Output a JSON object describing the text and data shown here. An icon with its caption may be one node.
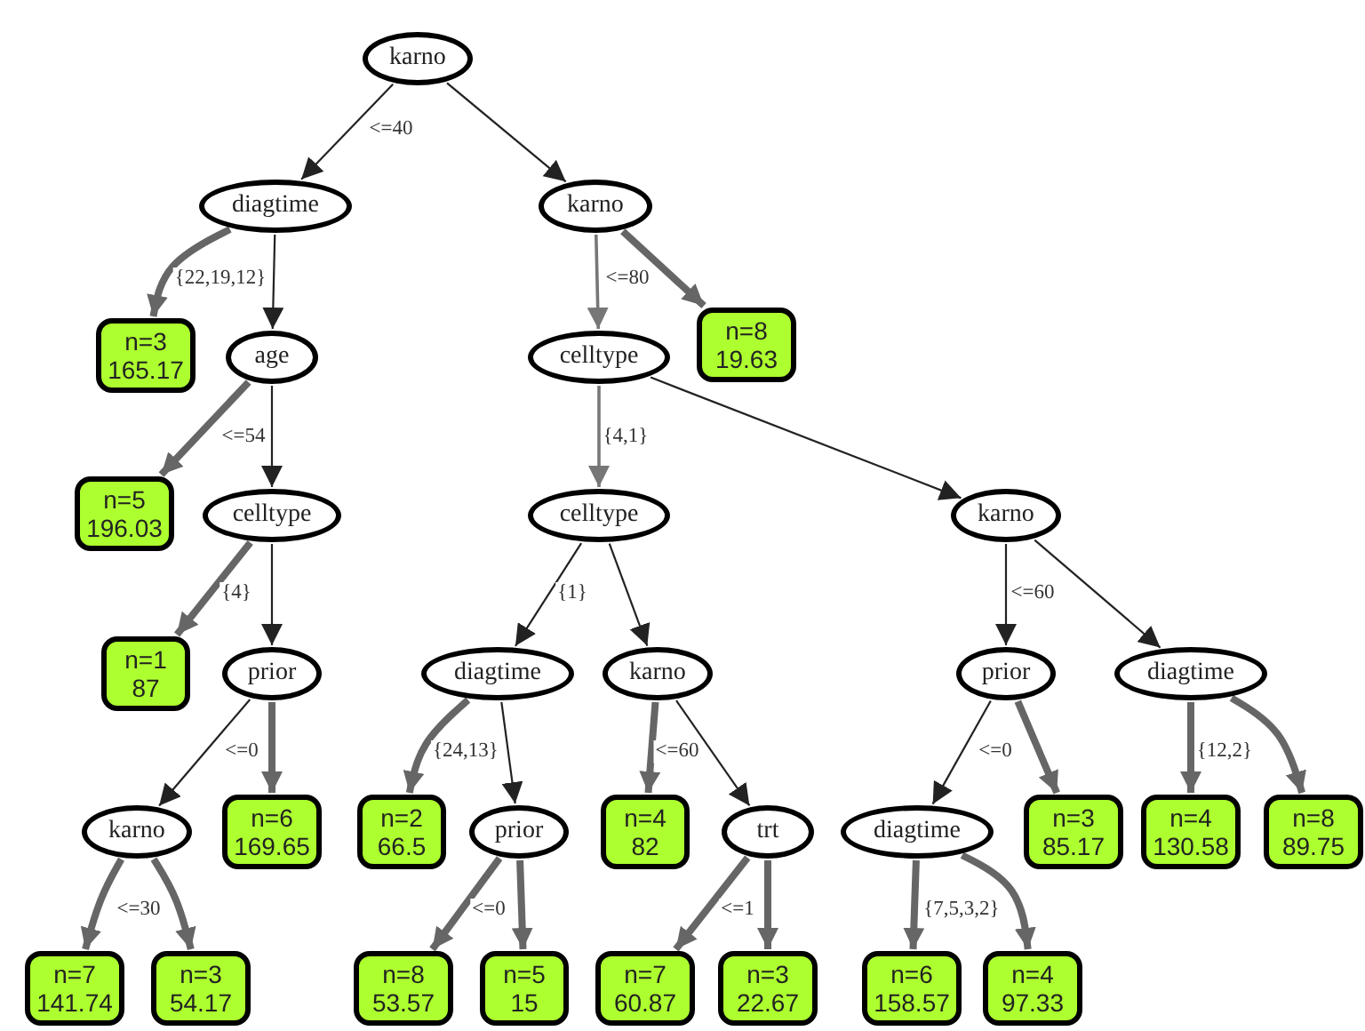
{
  "diagram": {
    "nodes": [
      {
        "text": [
          "karno"
        ]
      },
      {
        "text": [
          "diagtime"
        ]
      },
      {
        "text": [
          "karno"
        ]
      },
      {
        "text": [
          "n=3",
          "165.17"
        ]
      },
      {
        "text": [
          "age"
        ]
      },
      {
        "text": [
          "celltype"
        ]
      },
      {
        "text": [
          "n=8",
          "19.63"
        ]
      },
      {
        "text": [
          "n=5",
          "196.03"
        ]
      },
      {
        "text": [
          "celltype"
        ]
      },
      {
        "text": [
          "celltype"
        ]
      },
      {
        "text": [
          "karno"
        ]
      },
      {
        "text": [
          "n=1",
          "87"
        ]
      },
      {
        "text": [
          "prior"
        ]
      },
      {
        "text": [
          "diagtime"
        ]
      },
      {
        "text": [
          "karno"
        ]
      },
      {
        "text": [
          "prior"
        ]
      },
      {
        "text": [
          "diagtime"
        ]
      },
      {
        "text": [
          "karno"
        ]
      },
      {
        "text": [
          "n=6",
          "169.65"
        ]
      },
      {
        "text": [
          "n=2",
          "66.5"
        ]
      },
      {
        "text": [
          "prior"
        ]
      },
      {
        "text": [
          "n=4",
          "82"
        ]
      },
      {
        "text": [
          "trt"
        ]
      },
      {
        "text": [
          "diagtime"
        ]
      },
      {
        "text": [
          "n=3",
          "85.17"
        ]
      },
      {
        "text": [
          "n=4",
          "130.58"
        ]
      },
      {
        "text": [
          "n=8",
          "89.75"
        ]
      },
      {
        "text": [
          "n=7",
          "141.74"
        ]
      },
      {
        "text": [
          "n=3",
          "54.17"
        ]
      },
      {
        "text": [
          "n=8",
          "53.57"
        ]
      },
      {
        "text": [
          "n=5",
          "15"
        ]
      },
      {
        "text": [
          "n=7",
          "60.87"
        ]
      },
      {
        "text": [
          "n=3",
          "22.67"
        ]
      },
      {
        "text": [
          "n=6",
          "158.57"
        ]
      },
      {
        "text": [
          "n=4",
          "97.33"
        ]
      }
    ],
    "edges": [
      {
        "from": 0,
        "to": 1,
        "arrow": "to",
        "label": "<=40",
        "color": "#222222"
      },
      {
        "from": 0,
        "to": 2,
        "arrow": "to",
        "color": "#222222"
      },
      {
        "from": 1,
        "to": 3,
        "arrow": "to",
        "label": "{22,19,12}"
      },
      {
        "from": 1,
        "to": 4,
        "arrow": "to",
        "color": "#222222"
      },
      {
        "from": 2,
        "to": 5,
        "arrow": "to",
        "label": "<=80",
        "color": "#777777"
      },
      {
        "from": 2,
        "to": 6,
        "arrow": "to"
      },
      {
        "from": 4,
        "to": 7,
        "arrow": "to",
        "label": "<=54"
      },
      {
        "from": 4,
        "to": 8,
        "arrow": "to",
        "color": "#222222"
      },
      {
        "from": 5,
        "to": 9,
        "arrow": "to",
        "label": "{4,1}",
        "color": "#777777"
      },
      {
        "from": 5,
        "to": 10,
        "arrow": "to",
        "color": "#222222"
      },
      {
        "from": 8,
        "to": 11,
        "arrow": "to",
        "label": "{4}"
      },
      {
        "from": 8,
        "to": 12,
        "arrow": "to",
        "color": "#222222"
      },
      {
        "from": 9,
        "to": 13,
        "arrow": "to",
        "label": "{1}",
        "color": "#222222"
      },
      {
        "from": 9,
        "to": 14,
        "arrow": "to",
        "color": "#222222"
      },
      {
        "from": 10,
        "to": 15,
        "arrow": "to",
        "label": "<=60",
        "color": "#222222"
      },
      {
        "from": 10,
        "to": 16,
        "arrow": "to",
        "color": "#222222"
      },
      {
        "from": 12,
        "to": 17,
        "arrow": "to",
        "label": "<=0",
        "color": "#222222"
      },
      {
        "from": 12,
        "to": 18,
        "arrow": "to"
      },
      {
        "from": 13,
        "to": 19,
        "arrow": "to",
        "label": "{24,13}"
      },
      {
        "from": 13,
        "to": 20,
        "arrow": "to",
        "color": "#222222"
      },
      {
        "from": 14,
        "to": 21,
        "arrow": "to",
        "label": "<=60"
      },
      {
        "from": 14,
        "to": 22,
        "arrow": "to",
        "color": "#222222"
      },
      {
        "from": 15,
        "to": 23,
        "arrow": "to",
        "label": "<=0",
        "color": "#222222"
      },
      {
        "from": 15,
        "to": 24,
        "arrow": "to"
      },
      {
        "from": 16,
        "to": 25,
        "arrow": "to",
        "label": "{12,2}"
      },
      {
        "from": 16,
        "to": 26,
        "arrow": "to"
      },
      {
        "from": 17,
        "to": 27,
        "arrow": "to",
        "label": "<=30"
      },
      {
        "from": 17,
        "to": 28,
        "arrow": "to"
      },
      {
        "from": 20,
        "to": 29,
        "arrow": "to",
        "label": "<=0"
      },
      {
        "from": 20,
        "to": 30,
        "arrow": "to"
      },
      {
        "from": 22,
        "to": 31,
        "arrow": "to",
        "label": "<=1"
      },
      {
        "from": 22,
        "to": 32,
        "arrow": "to"
      },
      {
        "from": 23,
        "to": 33,
        "arrow": "to",
        "label": "{7,5,3,2}"
      },
      {
        "from": 23,
        "to": 34,
        "arrow": "to"
      }
    ]
  }
}
